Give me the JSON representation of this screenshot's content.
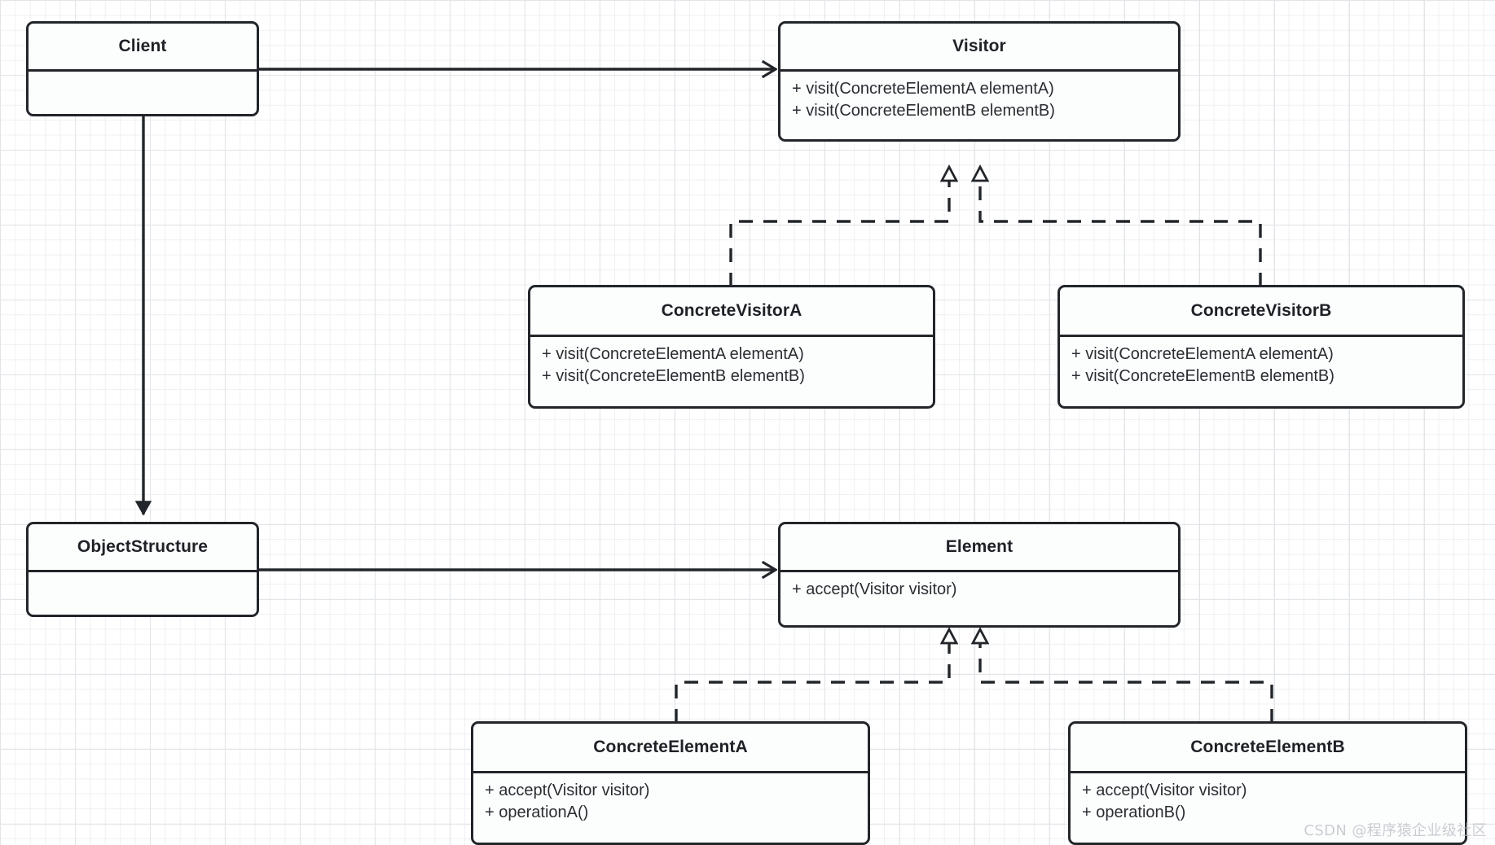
{
  "diagram": {
    "kind": "uml-class-diagram",
    "pattern": "Visitor",
    "background": "#ffffff",
    "grid_color": "#e1e4e8",
    "line_color": "#22262b",
    "box_fill": "#fcfdfd"
  },
  "classes": {
    "client": {
      "name": "Client",
      "members": []
    },
    "object_structure": {
      "name": "ObjectStructure",
      "members": []
    },
    "visitor": {
      "name": "Visitor",
      "members": [
        "+ visit(ConcreteElementA elementA)",
        "+ visit(ConcreteElementB elementB)"
      ]
    },
    "concrete_visitor_a": {
      "name": "ConcreteVisitorA",
      "members": [
        "+ visit(ConcreteElementA elementA)",
        "+ visit(ConcreteElementB elementB)"
      ]
    },
    "concrete_visitor_b": {
      "name": "ConcreteVisitorB",
      "members": [
        "+ visit(ConcreteElementA elementA)",
        "+ visit(ConcreteElementB elementB)"
      ]
    },
    "element": {
      "name": "Element",
      "members": [
        "+ accept(Visitor visitor)"
      ]
    },
    "concrete_element_a": {
      "name": "ConcreteElementA",
      "members": [
        "+ accept(Visitor visitor)",
        "+ operationA()"
      ]
    },
    "concrete_element_b": {
      "name": "ConcreteElementB",
      "members": [
        "+ accept(Visitor visitor)",
        "+ operationB()"
      ]
    }
  },
  "relationships": [
    {
      "from": "client",
      "to": "visitor",
      "type": "association",
      "arrow": "open"
    },
    {
      "from": "client",
      "to": "object_structure",
      "type": "association",
      "arrow": "filled"
    },
    {
      "from": "object_structure",
      "to": "element",
      "type": "association",
      "arrow": "open"
    },
    {
      "from": "concrete_visitor_a",
      "to": "visitor",
      "type": "realization",
      "arrow": "hollow-triangle",
      "line": "dashed"
    },
    {
      "from": "concrete_visitor_b",
      "to": "visitor",
      "type": "realization",
      "arrow": "hollow-triangle",
      "line": "dashed"
    },
    {
      "from": "concrete_element_a",
      "to": "element",
      "type": "realization",
      "arrow": "hollow-triangle",
      "line": "dashed"
    },
    {
      "from": "concrete_element_b",
      "to": "element",
      "type": "realization",
      "arrow": "hollow-triangle",
      "line": "dashed"
    }
  ],
  "watermark": {
    "text": "CSDN @程序猿企业级社区"
  }
}
